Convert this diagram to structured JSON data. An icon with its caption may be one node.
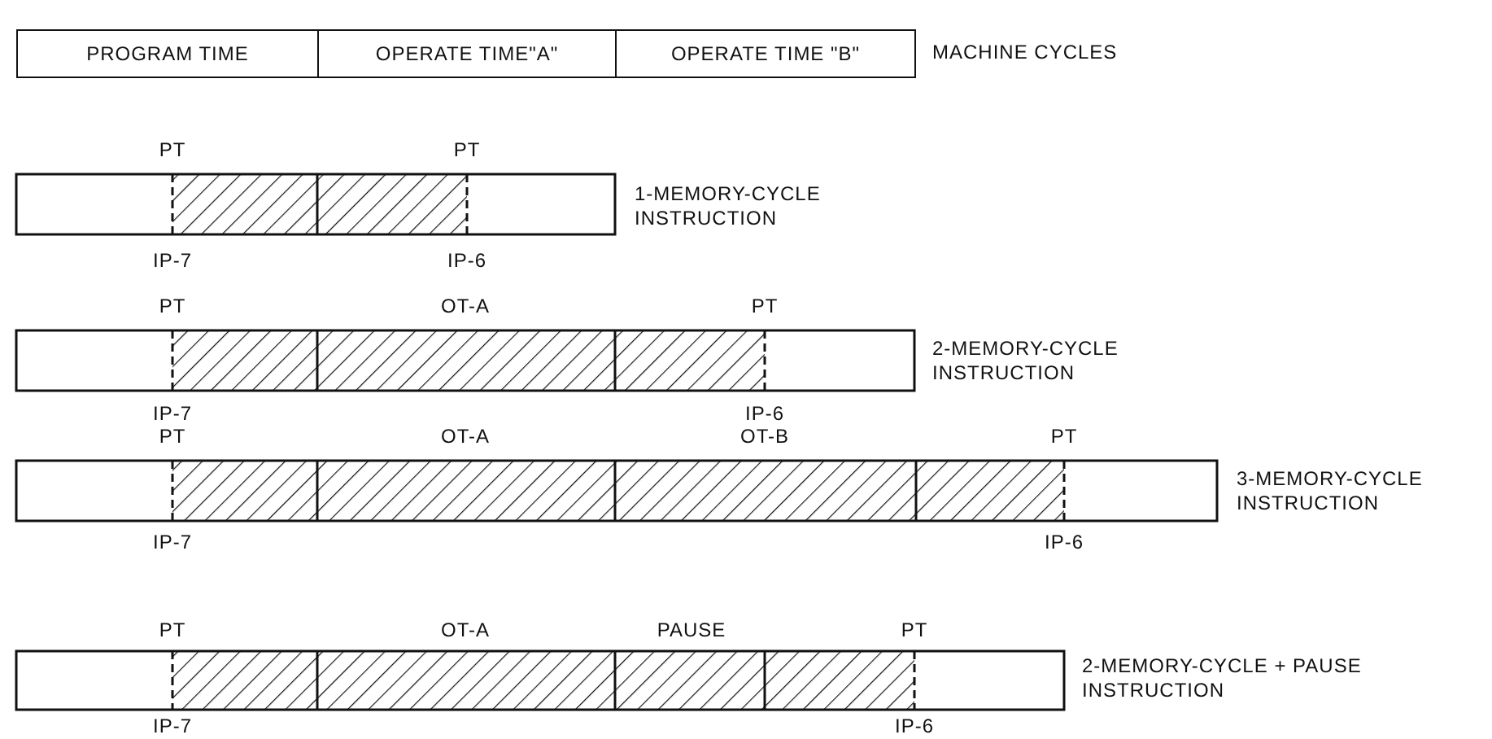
{
  "diagram": {
    "nodes": [
      {
        "text": [
          "PROGRAM TIME"
        ]
      },
      {
        "text": [
          "OPERATE TIME\"A\""
        ]
      },
      {
        "text": [
          "OPERATE TIME \"B\""
        ]
      }
    ],
    "labels": [
      "MACHINE CYCLES",
      "PT",
      "PT",
      "1-MEMORY-CYCLE INSTRUCTION",
      "IP-7",
      "IP-6",
      "PT",
      "OT-A",
      "PT",
      "2-MEMORY-CYCLE INSTRUCTION",
      "IP-7",
      "IP-6",
      "PT",
      "OT-A",
      "OT-B",
      "PT",
      "3-MEMORY-CYCLE INSTRUCTION",
      "IP-7",
      "IP-6",
      "PT",
      "OT-A",
      "PAUSE",
      "PT",
      "2-MEMORY-CYCLE + PAUSE INSTRUCTION",
      "IP-7",
      "IP-6"
    ]
  }
}
